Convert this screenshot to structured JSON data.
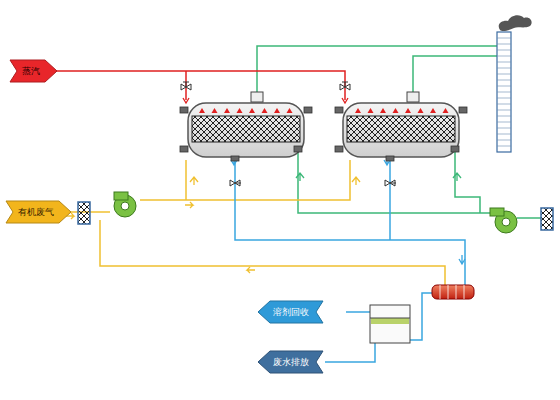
{
  "diagram": {
    "nodes": [
      {
        "text": [
          "蒸汽"
        ]
      },
      {
        "text": [
          "有机废气"
        ]
      },
      {
        "text": [
          "溶剂回收"
        ]
      },
      {
        "text": [
          "废水排放"
        ]
      }
    ]
  }
}
